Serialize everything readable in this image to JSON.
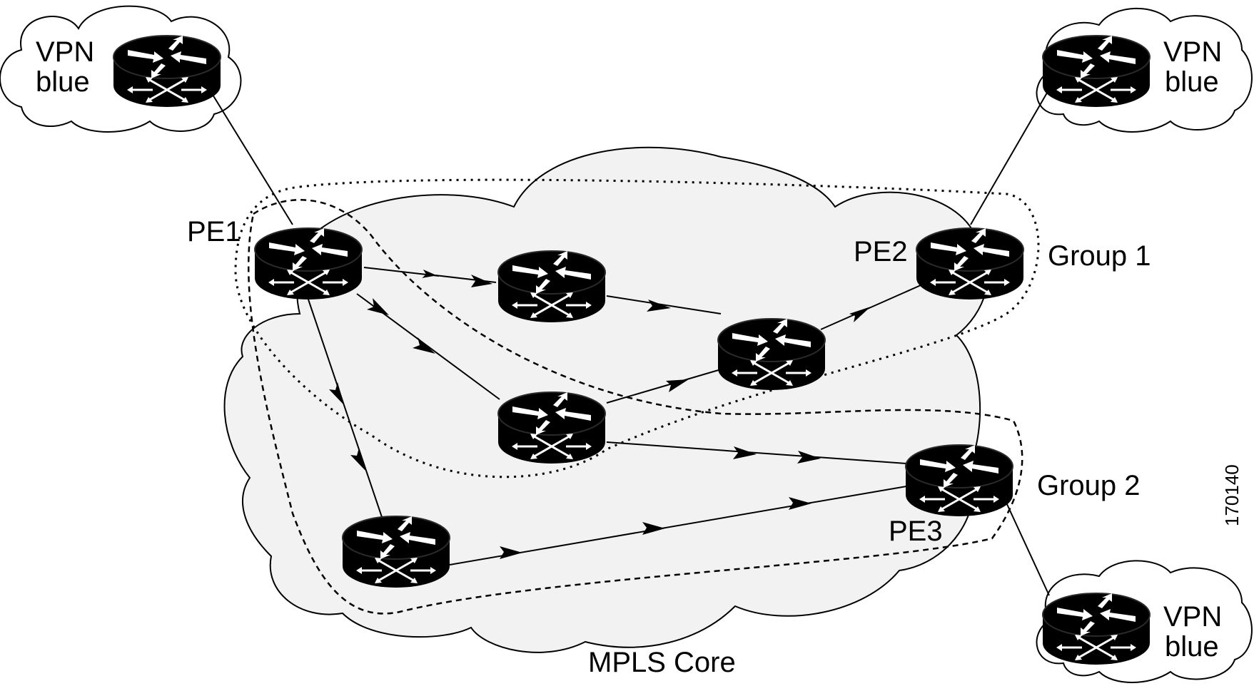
{
  "labels": {
    "vpn_top_left": [
      "VPN",
      "blue"
    ],
    "vpn_top_right": [
      "VPN",
      "blue"
    ],
    "vpn_bottom_right": [
      "VPN",
      "blue"
    ],
    "pe1": "PE1",
    "pe2": "PE2",
    "pe3": "PE3",
    "group1": "Group 1",
    "group2": "Group 2",
    "core": "MPLS Core",
    "figure_id": "170140"
  },
  "colors": {
    "router_body": "#000000",
    "router_top": "#1a1a1a",
    "core_cloud": "#f2f2f2",
    "line": "#000000"
  }
}
